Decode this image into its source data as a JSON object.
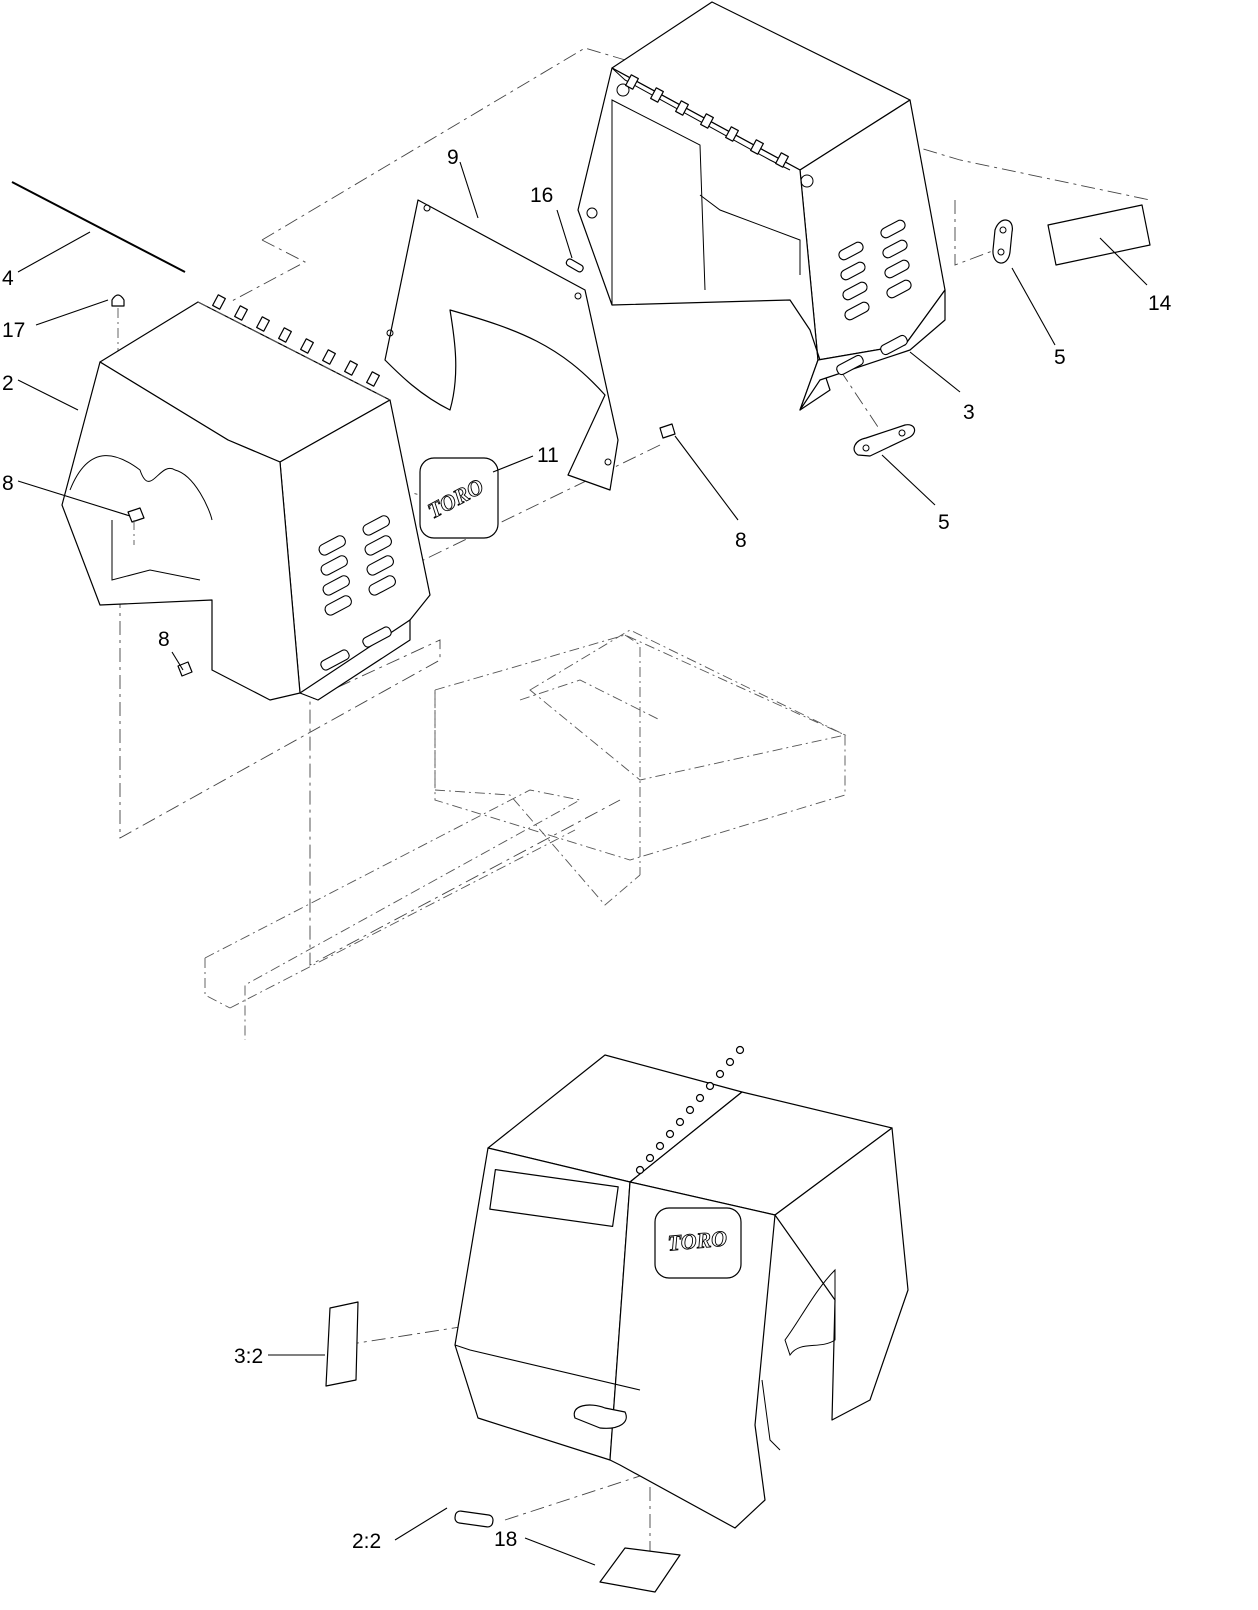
{
  "callouts": {
    "c4": "4",
    "c17": "17",
    "c2": "2",
    "c8a": "8",
    "c8b": "8",
    "c8c": "8",
    "c9": "9",
    "c16": "16",
    "c11": "11",
    "c3": "3",
    "c5a": "5",
    "c5b": "5",
    "c14": "14",
    "c3_2": "3:2",
    "c2_2": "2:2",
    "c18": "18"
  },
  "logos": {
    "upper": "TORO",
    "lower": "TORO"
  }
}
